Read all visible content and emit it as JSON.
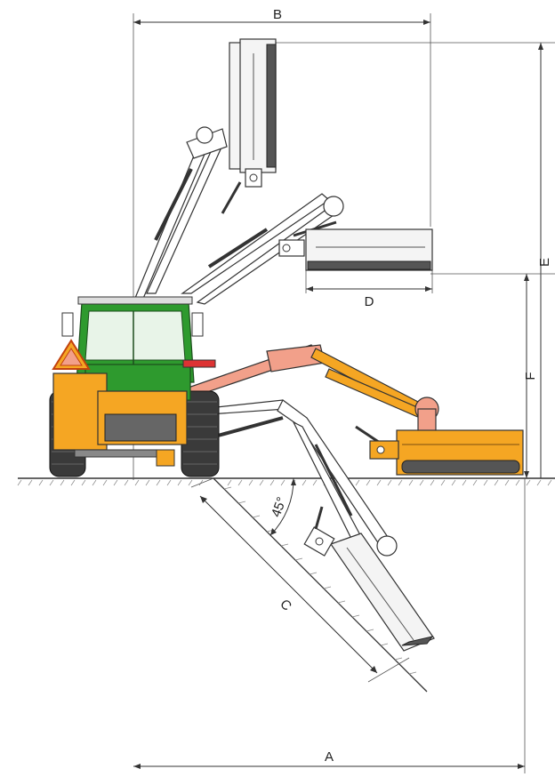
{
  "dimension_labels": {
    "A": "A",
    "B": "B",
    "C": "C",
    "D": "D",
    "E": "E",
    "F": "F"
  },
  "angle_label": "45°",
  "colors": {
    "machine_orange": "#f5a623",
    "tractor_green": "#2e9a2e",
    "arm_pink": "#f2a08a"
  }
}
